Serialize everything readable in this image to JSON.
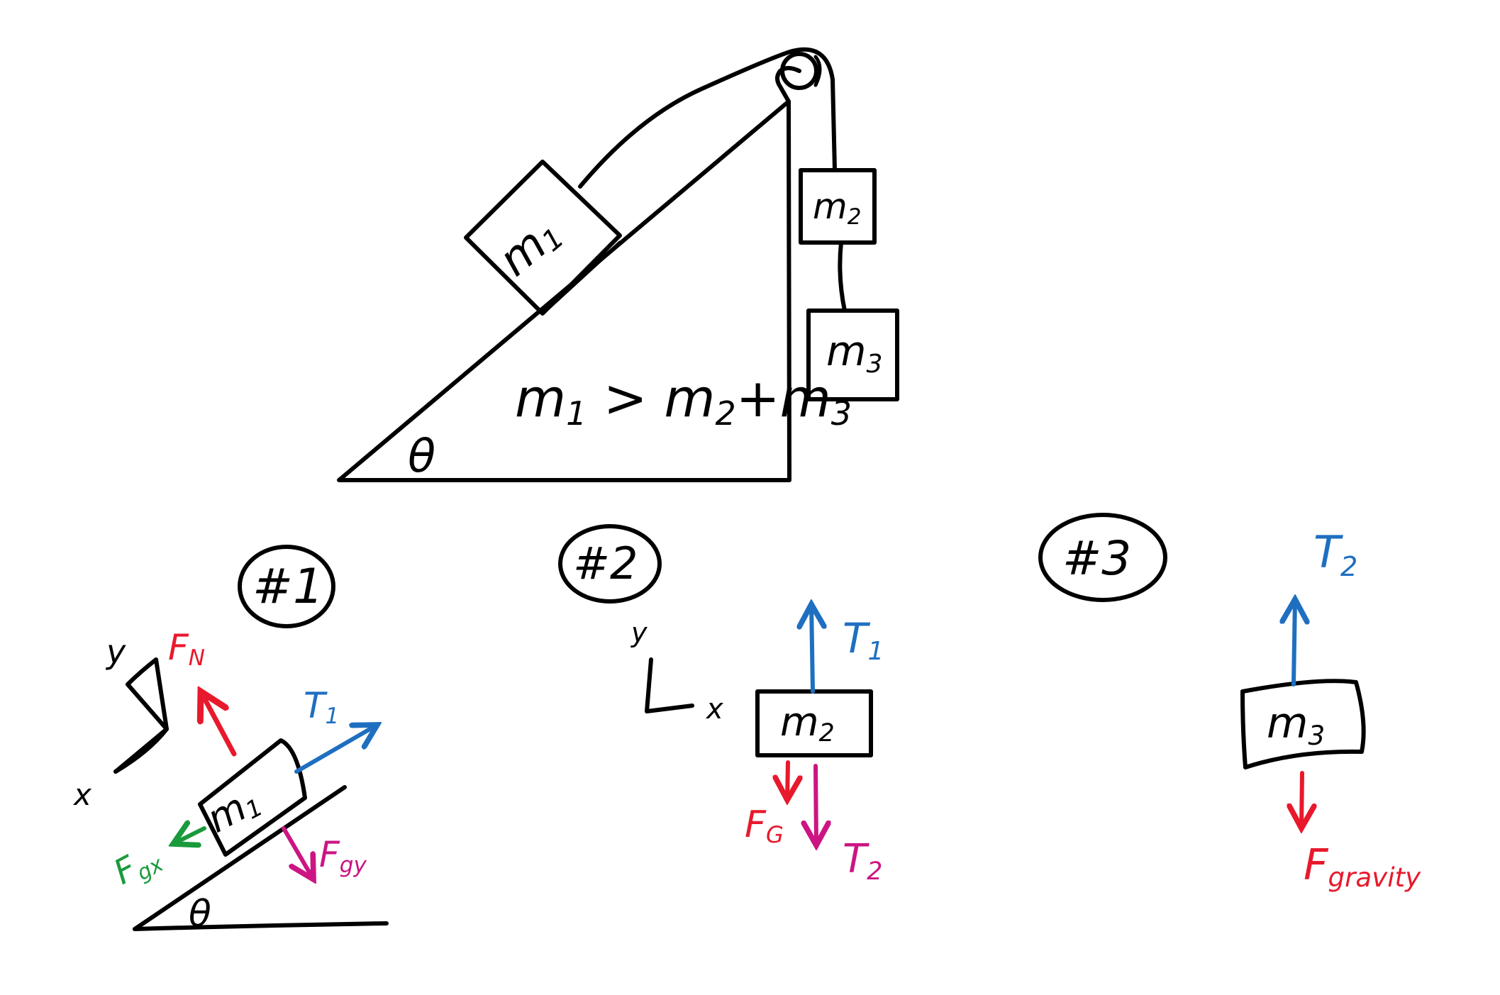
{
  "colors": {
    "ink": "#000000",
    "normal_force": "#e8192c",
    "tension_1": "#1f6fc0",
    "tension_2": "#cc1583",
    "gravity_parallel": "#1a9a3c",
    "gravity_perp": "#cc1583",
    "gravity": "#e8192c"
  },
  "setup": {
    "m1": {
      "base": "m",
      "sub": "1"
    },
    "m2": {
      "base": "m",
      "sub": "2"
    },
    "m3": {
      "base": "m",
      "sub": "3"
    },
    "angle": "θ",
    "condition": {
      "m1b": "m",
      "m1s": "1",
      "gt": " > ",
      "m2b": "m",
      "m2s": "2",
      "plus": "+",
      "m3b": "m",
      "m3s": "3"
    }
  },
  "fbd1": {
    "title": "#1",
    "axis_y": "y",
    "axis_x": "x",
    "mass": {
      "base": "m",
      "sub": "1"
    },
    "normal": {
      "base": "F",
      "sub": "N"
    },
    "tension": {
      "base": "T",
      "sub": "1"
    },
    "gx": {
      "base": "F",
      "sub": "gx"
    },
    "gy": {
      "base": "F",
      "sub": "gy"
    },
    "angle": "θ"
  },
  "fbd2": {
    "title": "#2",
    "axis_y": "y",
    "axis_x": "x",
    "mass": {
      "base": "m",
      "sub": "2"
    },
    "tension_up": {
      "base": "T",
      "sub": "1"
    },
    "gravity": {
      "base": "F",
      "sub": "G"
    },
    "tension_down": {
      "base": "T",
      "sub": "2"
    }
  },
  "fbd3": {
    "title": "#3",
    "mass": {
      "base": "m",
      "sub": "3"
    },
    "tension_up": {
      "base": "T",
      "sub": "2"
    },
    "gravity": {
      "base": "F",
      "sub": "gravity"
    }
  }
}
